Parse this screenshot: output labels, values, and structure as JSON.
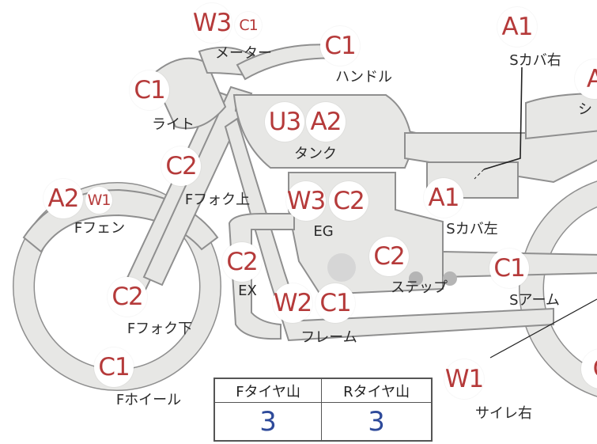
{
  "colors": {
    "body": "#e7e7e5",
    "outline": "#8f8f8f",
    "badge_text": "#b53a3a",
    "value_text": "#2e4a9a"
  },
  "parts": [
    {
      "id": "meter",
      "label": "メーター",
      "grades": [
        "W3",
        "C1"
      ]
    },
    {
      "id": "handle",
      "label": "ハンドル",
      "grades": [
        "C1"
      ]
    },
    {
      "id": "s-cover-right",
      "label": "Sカバ右",
      "grades": [
        "A1"
      ]
    },
    {
      "id": "seat",
      "label": "シ",
      "grades": [
        "A"
      ]
    },
    {
      "id": "light",
      "label": "ライト",
      "grades": [
        "C1"
      ]
    },
    {
      "id": "tank",
      "label": "タンク",
      "grades": [
        "U3",
        "A2"
      ]
    },
    {
      "id": "f-fork-upper",
      "label": "Fフォク上",
      "grades": [
        "C2"
      ]
    },
    {
      "id": "f-fender",
      "label": "Fフェン",
      "grades": [
        "A2",
        "W1"
      ]
    },
    {
      "id": "engine",
      "label": "EG",
      "grades": [
        "W3",
        "C2"
      ]
    },
    {
      "id": "s-cover-left",
      "label": "Sカバ左",
      "grades": [
        "A1"
      ]
    },
    {
      "id": "exhaust",
      "label": "EX",
      "grades": [
        "C2"
      ]
    },
    {
      "id": "step",
      "label": "ステップ",
      "grades": [
        "C2"
      ]
    },
    {
      "id": "swing-arm",
      "label": "Sアーム",
      "grades": [
        "C1"
      ]
    },
    {
      "id": "f-fork-lower",
      "label": "Fフォク下",
      "grades": [
        "C2"
      ]
    },
    {
      "id": "frame",
      "label": "フレーム",
      "grades": [
        "W2",
        "C1"
      ]
    },
    {
      "id": "f-wheel",
      "label": "Fホイール",
      "grades": [
        "C1"
      ]
    },
    {
      "id": "silencer-right",
      "label": "サイレ右",
      "grades": [
        "W1"
      ]
    },
    {
      "id": "rear-partial",
      "label": "",
      "grades": [
        "C"
      ]
    }
  ],
  "tire_table": {
    "headers": [
      "Fタイヤ山",
      "Rタイヤ山"
    ],
    "values": [
      "3",
      "3"
    ]
  }
}
